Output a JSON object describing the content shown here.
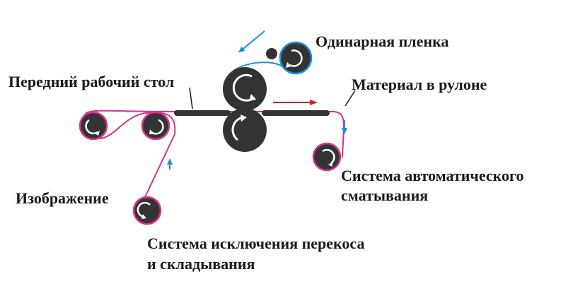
{
  "labels": {
    "film": "Одинарная пленка",
    "front_table": "Передний рабочий стол",
    "material_roll": "Материал в рулоне",
    "auto_winding_line1": "Система автоматического",
    "auto_winding_line2": "сматывания",
    "image": "Изображение",
    "anti_skew_line1": "Система исключения перекоса",
    "anti_skew_line2": "и складывания"
  },
  "colors": {
    "material_path": "#d6338a",
    "film_path": "#1e8fd6",
    "roller_fill": "#333333",
    "table_bar": "#333333",
    "arrow_red": "#d42020",
    "arrow_blue": "#1e8fd6"
  }
}
